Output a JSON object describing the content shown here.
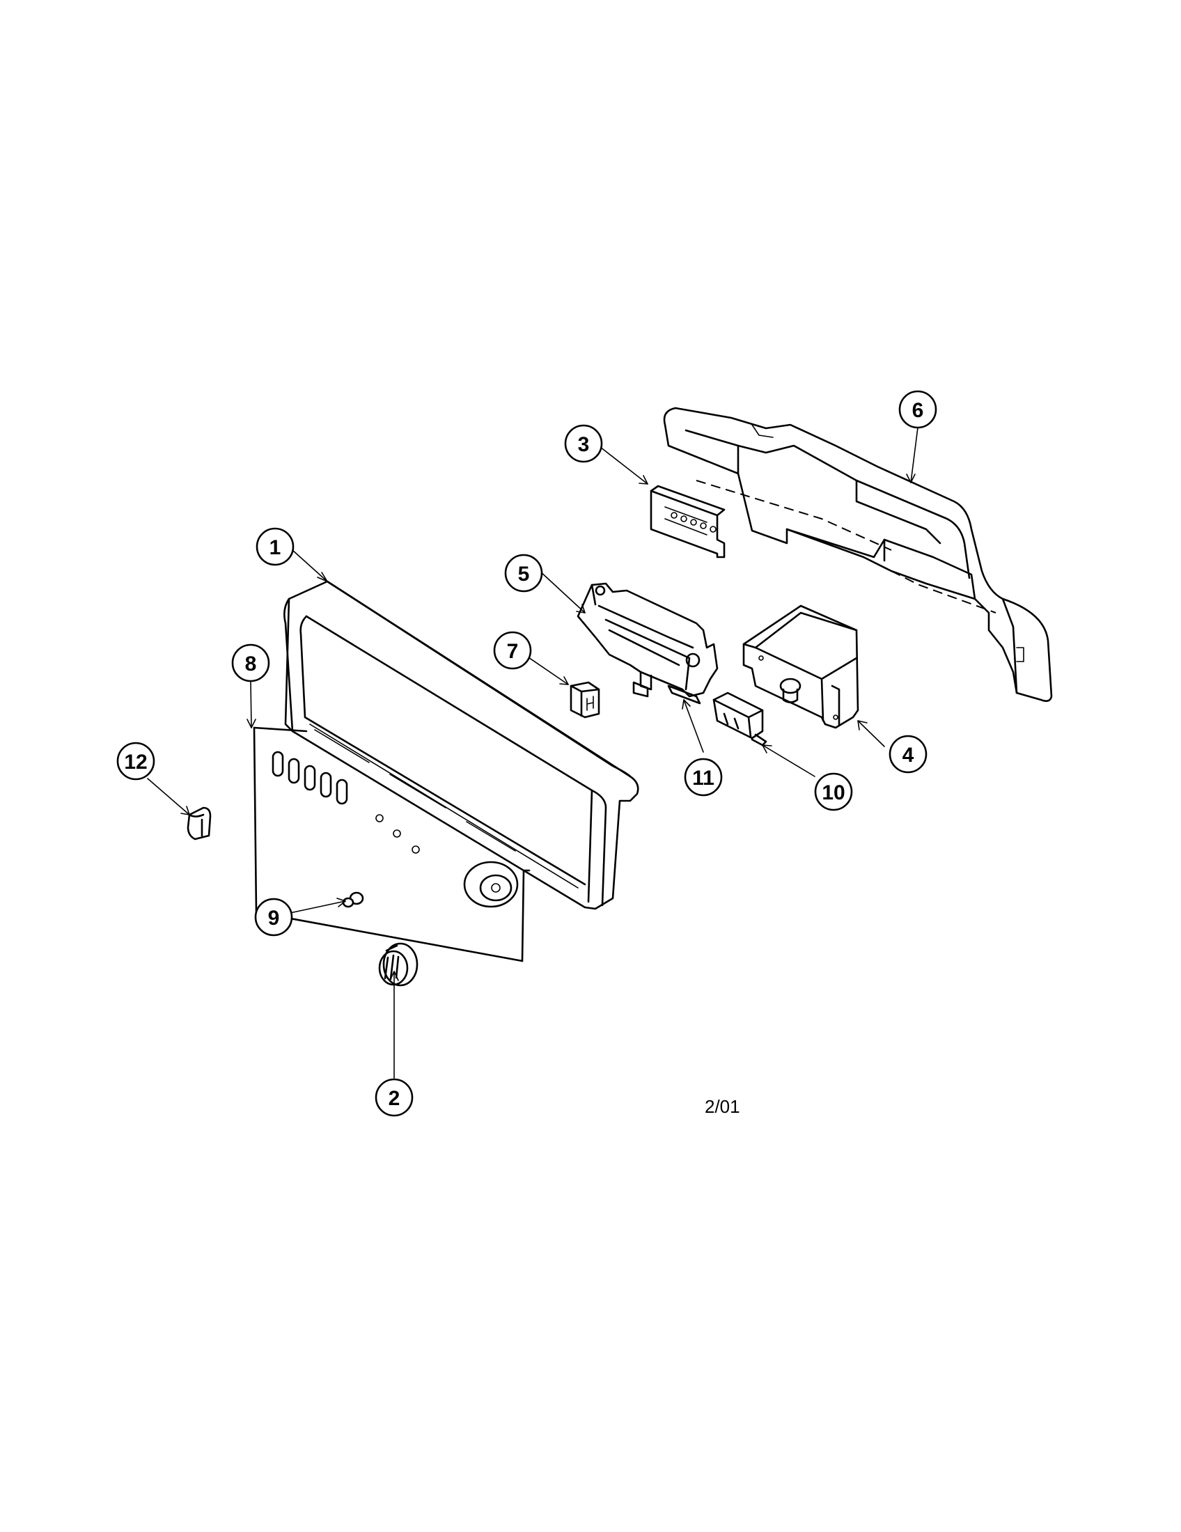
{
  "diagram": {
    "callouts": [
      {
        "id": "c1",
        "label": "1"
      },
      {
        "id": "c2",
        "label": "2"
      },
      {
        "id": "c3",
        "label": "3"
      },
      {
        "id": "c4",
        "label": "4"
      },
      {
        "id": "c5",
        "label": "5"
      },
      {
        "id": "c6",
        "label": "6"
      },
      {
        "id": "c7",
        "label": "7"
      },
      {
        "id": "c8",
        "label": "8"
      },
      {
        "id": "c9",
        "label": "9"
      },
      {
        "id": "c10",
        "label": "10"
      },
      {
        "id": "c11",
        "label": "11"
      },
      {
        "id": "c12",
        "label": "12"
      }
    ],
    "revision_date": "2/01"
  }
}
